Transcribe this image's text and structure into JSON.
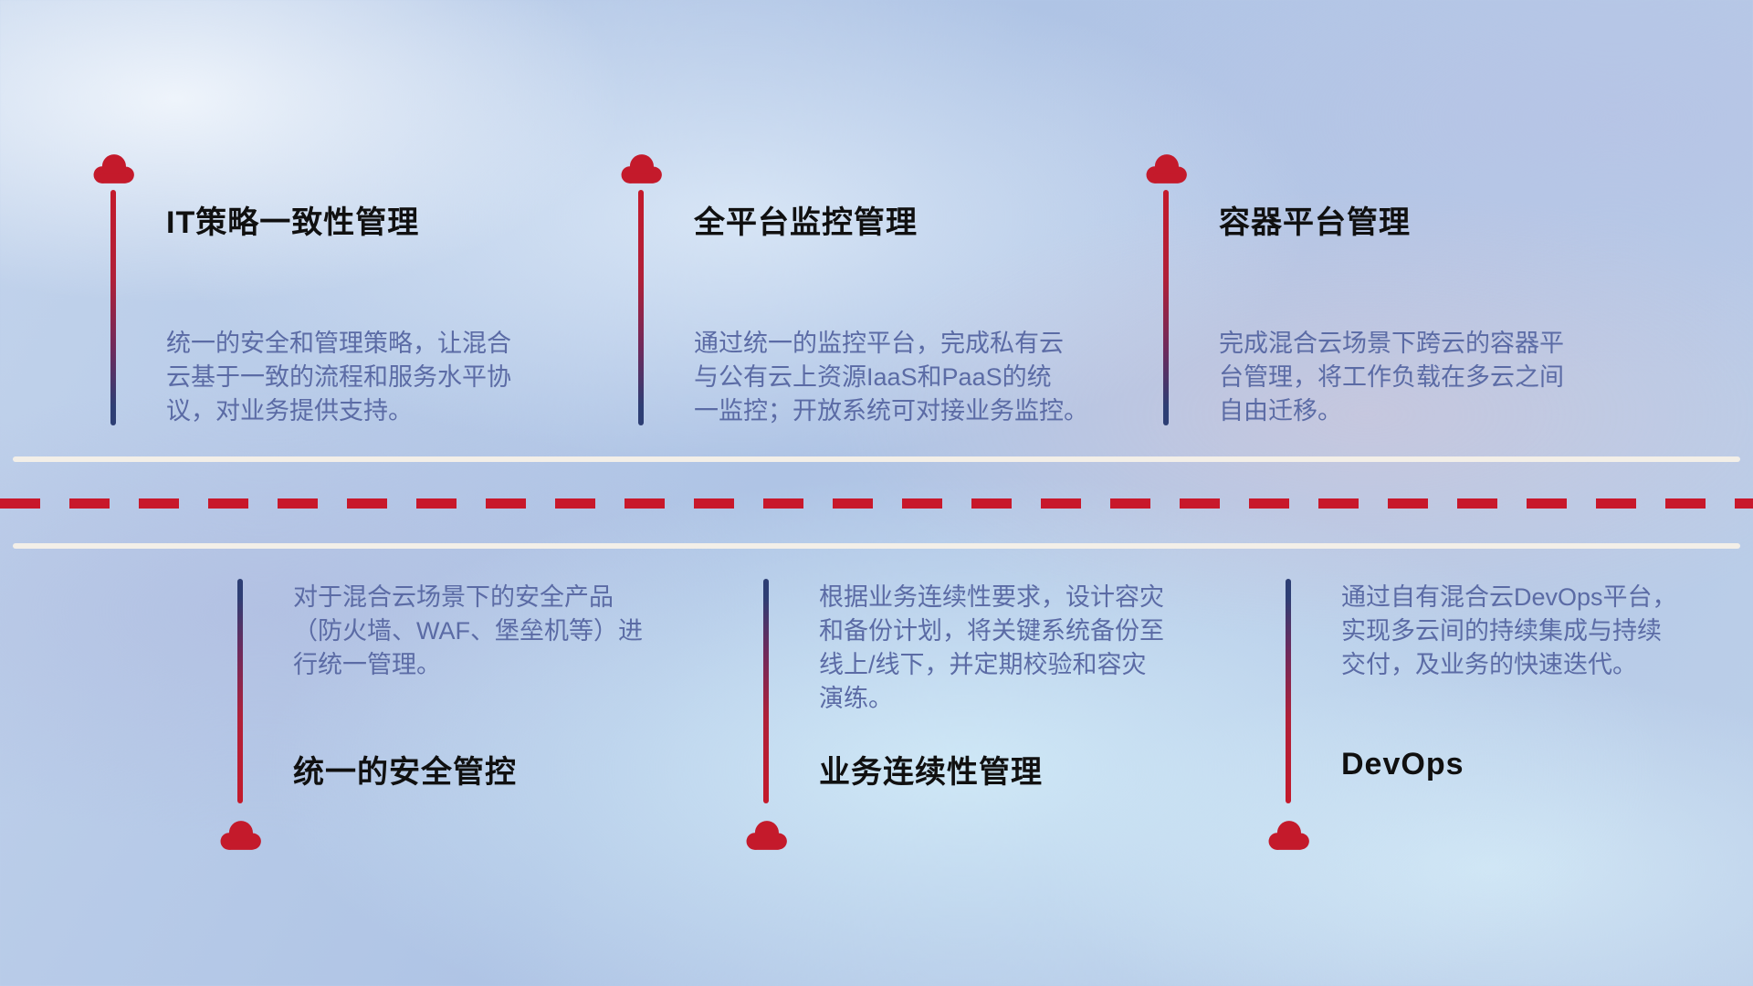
{
  "colors": {
    "cloud_red": "#c41a2b",
    "stem_navy": "#2d3e74",
    "title_text": "#101010",
    "description_text": "#5b6ba5",
    "road_line": "#f3efe8",
    "road_dash": "#c8182b"
  },
  "items": {
    "top": [
      {
        "title": "IT策略一致性管理",
        "desc": "统一的安全和管理策略，让混合\n云基于一致的流程和服务水平协\n议，对业务提供支持。"
      },
      {
        "title": "全平台监控管理",
        "desc": "通过统一的监控平台，完成私有云\n与公有云上资源IaaS和PaaS的统\n一监控；开放系统可对接业务监控。"
      },
      {
        "title": "容器平台管理",
        "desc": "完成混合云场景下跨云的容器平\n台管理，将工作负载在多云之间\n自由迁移。"
      }
    ],
    "bottom": [
      {
        "title": "统一的安全管控",
        "desc": "对于混合云场景下的安全产品\n（防火墙、WAF、堡垒机等）进\n行统一管理。"
      },
      {
        "title": "业务连续性管理",
        "desc": "根据业务连续性要求，设计容灾\n和备份计划，将关键系统备份至\n线上/线下，并定期校验和容灾\n演练。"
      },
      {
        "title": "DevOps",
        "desc": "通过自有混合云DevOps平台，\n实现多云间的持续集成与持续\n交付，及业务的快速迭代。"
      }
    ]
  }
}
